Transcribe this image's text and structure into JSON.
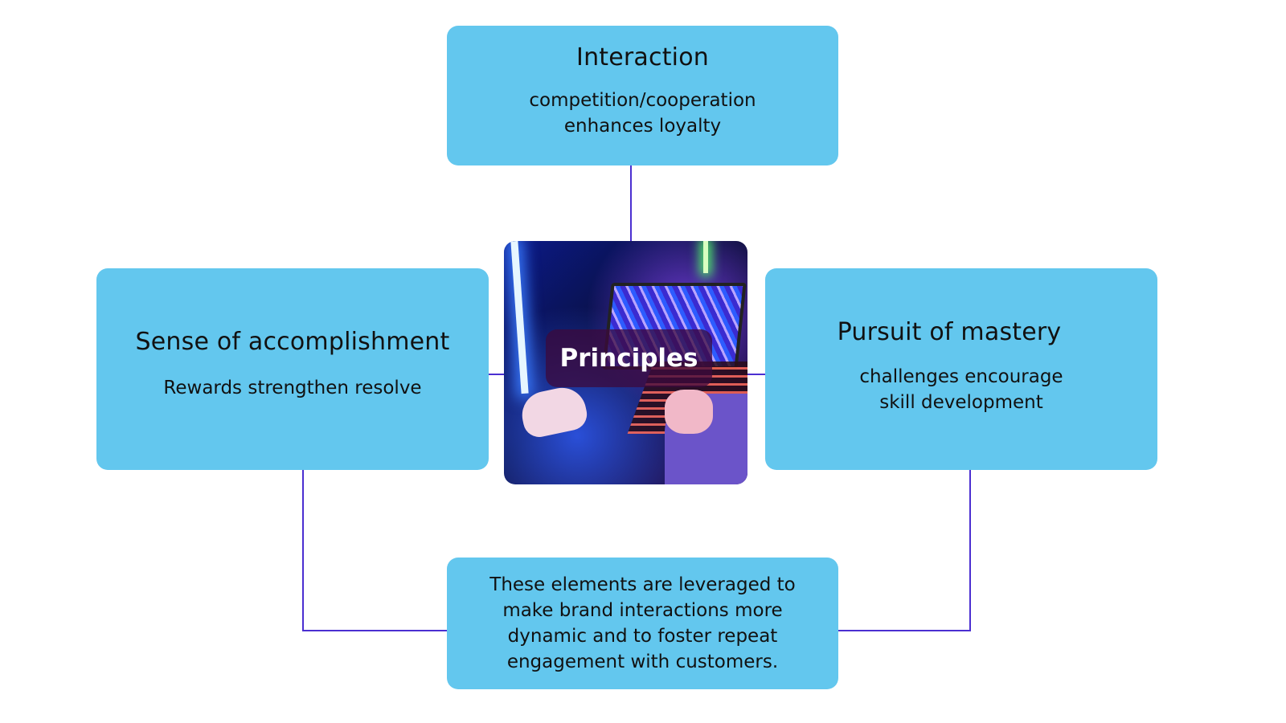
{
  "diagram": {
    "center": {
      "label": "Principles",
      "image": "gaming-setup-photo"
    },
    "top": {
      "title": "Interaction",
      "desc_lines": [
        "competition/cooperation",
        "enhances loyalty"
      ]
    },
    "left": {
      "title": "Sense of accomplishment",
      "desc_lines": [
        "Rewards strengthen resolve"
      ]
    },
    "right": {
      "title": "Pursuit of mastery",
      "desc_lines": [
        "challenges encourage",
        "skill development"
      ]
    },
    "bottom": {
      "lines": [
        "These elements are leveraged to",
        "make brand interactions more",
        "dynamic and to foster repeat",
        "engagement with customers."
      ]
    },
    "colors": {
      "box": "#63c7ee",
      "connector": "#4b2fd1"
    }
  }
}
